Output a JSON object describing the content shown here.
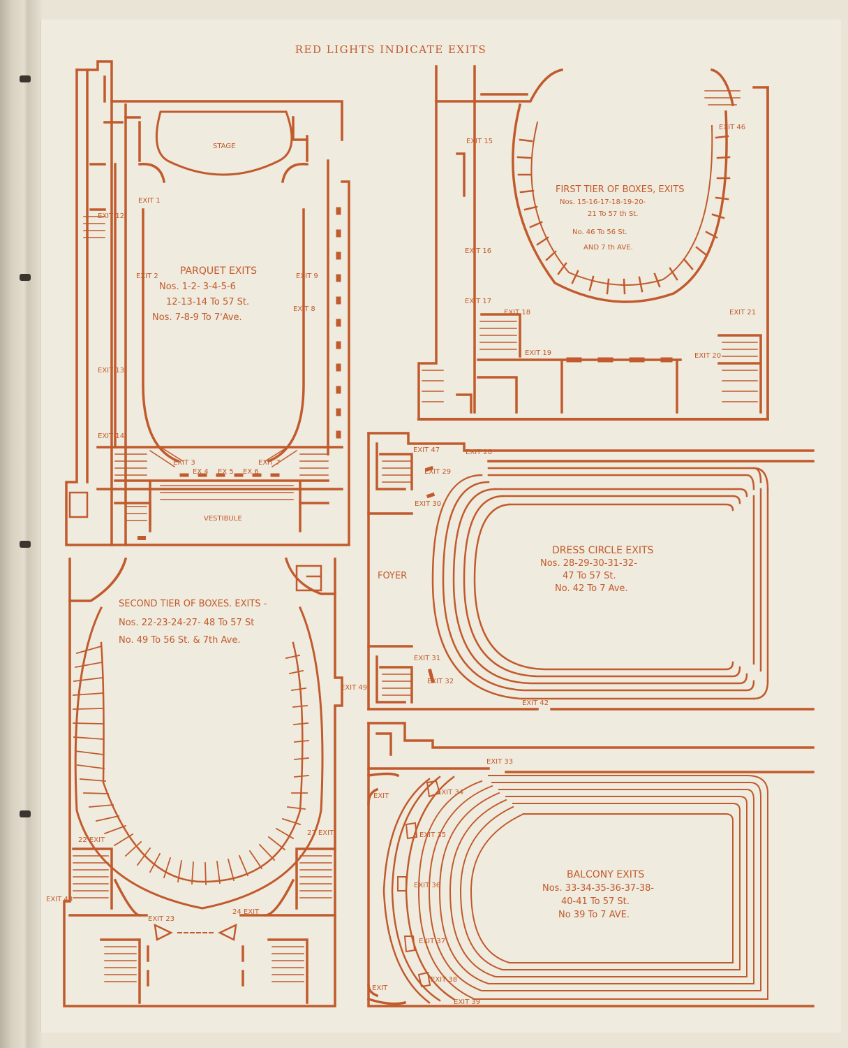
{
  "title": "RED LIGHTS INDICATE EXITS",
  "colors": {
    "ink": "#c15a2c",
    "paper": "#efebdf",
    "binding": "#cfc8b7"
  },
  "parquet": {
    "stage": "STAGE",
    "vestibule": "VESTIBULE",
    "caption": [
      "PARQUET EXITS",
      "Nos. 1-2- 3-4-5-6",
      "12-13-14 To 57 St.",
      "Nos. 7-8-9 To 7'Ave."
    ],
    "exits": {
      "e1": "EXIT 1",
      "e2": "EXIT 2",
      "e3": "EXIT 3",
      "e4": "EX 4",
      "e5": "EX 5",
      "e6": "EX 6",
      "e7": "EXIT 7",
      "e8": "EXIT 8",
      "e9": "EXIT 9",
      "e12": "EXIT 12",
      "e13": "EXIT 13",
      "e14": "EXIT 14"
    }
  },
  "first_tier": {
    "caption": [
      "FIRST TIER OF BOXES, EXITS",
      "Nos. 15-16-17-18-19-20-",
      "21 To 57 th St.",
      "No. 46 To 56 St.",
      "AND 7 th AVE."
    ],
    "exits": {
      "e15": "EXIT 15",
      "e16": "EXIT 16",
      "e17": "EXIT 17",
      "e18": "EXIT 18",
      "e19": "EXIT 19",
      "e20": "EXIT 20",
      "e21": "EXIT 21",
      "e46": "EXIT 46"
    }
  },
  "dress_circle": {
    "foyer": "FOYER",
    "caption": [
      "DRESS CIRCLE EXITS",
      "Nos. 28-29-30-31-32-",
      "47 To 57 St.",
      "No. 42 To 7 Ave."
    ],
    "exits": {
      "e28": "EXIT 28",
      "e29": "EXIT 29",
      "e30": "EXIT 30",
      "e31": "EXIT 31",
      "e32": "EXIT 32",
      "e42": "EXIT 42",
      "e47": "EXIT 47"
    }
  },
  "second_tier": {
    "caption": [
      "SECOND TIER OF BOXES. EXITS -",
      "Nos. 22-23-24-27- 48 To 57 St",
      "No. 49 To 56 St. & 7th Ave."
    ],
    "exits": {
      "e22": "22 EXIT",
      "e23": "EXIT 23",
      "e24": "24 EXIT",
      "e27": "27 EXIT",
      "e48": "EXIT 48",
      "e49": "EXIT 49"
    }
  },
  "balcony": {
    "caption": [
      "BALCONY EXITS",
      "Nos. 33-34-35-36-37-38-",
      "40-41 To 57 St.",
      "No 39 To 7 AVE."
    ],
    "exits": {
      "e33": "EXIT 33",
      "e34": "EXIT 34",
      "e35": "EXIT 35",
      "e36": "EXIT 36",
      "e37": "EXIT 37",
      "e38": "EXIT 38",
      "e39": "EXIT 39",
      "e40": "EXIT",
      "e41": "EXIT"
    }
  }
}
